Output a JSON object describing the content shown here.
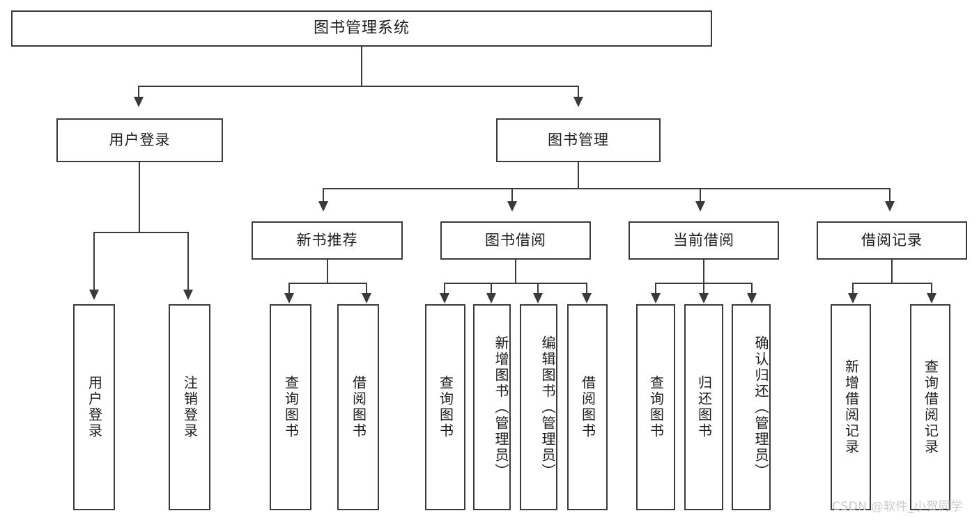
{
  "diagram": {
    "type": "tree-hierarchy-diagram",
    "title": "图书管理系统",
    "watermark": "CSDN @软件_小贺同学",
    "colors": {
      "stroke": "#3a3a3a",
      "fill": "#ffffff",
      "text": "#1b1b1b",
      "watermark": "#c9c9c9"
    },
    "levels": {
      "level1": [
        {
          "id": "root",
          "label": "图书管理系统"
        }
      ],
      "level2": [
        {
          "id": "user-login",
          "label": "用户登录"
        },
        {
          "id": "book-management",
          "label": "图书管理"
        }
      ],
      "level3": [
        {
          "id": "new-book-recommend",
          "label": "新书推荐",
          "parent": "book-management"
        },
        {
          "id": "book-borrow",
          "label": "图书借阅",
          "parent": "book-management"
        },
        {
          "id": "current-borrow",
          "label": "当前借阅",
          "parent": "book-management"
        },
        {
          "id": "borrow-record",
          "label": "借阅记录",
          "parent": "book-management"
        }
      ],
      "level4": [
        {
          "id": "leaf-user-login",
          "label": "用户登录",
          "parent": "user-login"
        },
        {
          "id": "leaf-user-logout",
          "label": "注销登录",
          "parent": "user-login"
        },
        {
          "id": "leaf-query-book-1",
          "label": "查询图书",
          "parent": "new-book-recommend"
        },
        {
          "id": "leaf-borrow-book-1",
          "label": "借阅图书",
          "parent": "new-book-recommend"
        },
        {
          "id": "leaf-query-book-2",
          "label": "查询图书",
          "parent": "book-borrow"
        },
        {
          "id": "leaf-add-book",
          "label": "新增图书（管理员）",
          "parent": "book-borrow"
        },
        {
          "id": "leaf-edit-book",
          "label": "编辑图书（管理员）",
          "parent": "book-borrow"
        },
        {
          "id": "leaf-borrow-book-2",
          "label": "借阅图书",
          "parent": "book-borrow"
        },
        {
          "id": "leaf-query-book-3",
          "label": "查询图书",
          "parent": "current-borrow"
        },
        {
          "id": "leaf-return-book",
          "label": "归还图书",
          "parent": "current-borrow"
        },
        {
          "id": "leaf-confirm-return",
          "label": "确认归还（管理员）",
          "parent": "current-borrow"
        },
        {
          "id": "leaf-add-record",
          "label": "新增借阅记录",
          "parent": "borrow-record"
        },
        {
          "id": "leaf-query-record",
          "label": "查询借阅记录",
          "parent": "borrow-record"
        }
      ]
    }
  }
}
